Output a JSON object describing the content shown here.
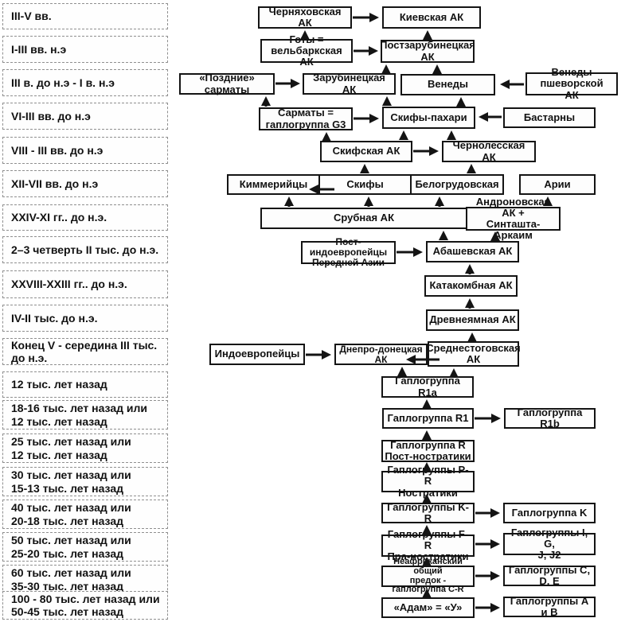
{
  "timeline": {
    "items": [
      {
        "label": "III-V вв."
      },
      {
        "label": "I-III вв. н.э"
      },
      {
        "label": "III в. до н.э - I в. н.э"
      },
      {
        "label": "VI-III вв. до н.э"
      },
      {
        "label": "VIII - III вв. до н.э"
      },
      {
        "label": "XII-VII вв. до н.э"
      },
      {
        "label": "XXIV-XI гг.. до н.э."
      },
      {
        "label": "2–3 четверть II тыс. до н.э."
      },
      {
        "label": "XXVIII-XXIII гг.. до н.э."
      },
      {
        "label": "IV-II тыс. до н.э."
      },
      {
        "label": "Конец V - середина III тыс. до н.э."
      },
      {
        "label": "12 тыс. лет назад"
      },
      {
        "label": "18-16 тыс. лет назад или\n12 тыс. лет назад"
      },
      {
        "label": "25 тыс. лет назад или\n12 тыс. лет назад"
      },
      {
        "label": "30 тыс. лет назад или\n15-13 тыс. лет назад"
      },
      {
        "label": "40 тыс. лет назад или\n20-18 тыс. лет назад"
      },
      {
        "label": "50 тыс. лет назад или\n25-20 тыс. лет назад"
      },
      {
        "label": "60 тыс. лет назад или\n35-30 тыс. лет назад"
      },
      {
        "label": "100 - 80 тыс. лет назад или\n50-45 тыс. лет назад"
      }
    ]
  },
  "diagram": {
    "nodes": {
      "chernyakhovskaya": {
        "label": "Черняховская АК"
      },
      "kievskaya": {
        "label": "Киевская АК"
      },
      "goty": {
        "label": "Готы = вельбаркская\nАК"
      },
      "postzarubineckaya": {
        "label": "Постзарубинецкая\nАК"
      },
      "pozdnie_sarmaty": {
        "label": "«Поздние» сарматы"
      },
      "zarubineckaya": {
        "label": "Зарубинецкая АК"
      },
      "venedy": {
        "label": "Венеды"
      },
      "venedy_pshevorskoy": {
        "label": "Венеды пшеворской\nАК"
      },
      "sarmaty_g3": {
        "label": "Сарматы =\nгаплогруппа G3"
      },
      "skify_pakhari": {
        "label": "Скифы-пахари"
      },
      "bastarny": {
        "label": "Бастарны"
      },
      "skifskaya": {
        "label": "Скифская АК"
      },
      "chernolesskaya": {
        "label": "Чернолесская АК"
      },
      "kimmeriycy": {
        "label": "Киммерийцы"
      },
      "skify": {
        "label": "Скифы"
      },
      "belogrudovskaya": {
        "label": "Белогрудовская"
      },
      "arii": {
        "label": "Арии"
      },
      "srubnaya": {
        "label": "Срубная АК"
      },
      "andronovskaya": {
        "label": "Андроновская АК +\nСинташта-Аркаим"
      },
      "post_indoevropeycy": {
        "label": "Пост-индоевропейцы\nПередней Азии"
      },
      "abashevskaya": {
        "label": "Абашевская АК"
      },
      "katakombnaya": {
        "label": "Катакомбная АК"
      },
      "drevneyamnaya": {
        "label": "Древнеямная АК"
      },
      "indoevropeycy": {
        "label": "Индоевропейцы"
      },
      "dnepro_doneckaya": {
        "label": "Днепро-донецкая АК"
      },
      "srednestogovskaya": {
        "label": "Среднестоговская\nАК"
      },
      "r1a": {
        "label": "Гаплогруппа R1a"
      },
      "r1": {
        "label": "Гаплогруппа R1"
      },
      "r1b": {
        "label": "Гаплогруппа R1b"
      },
      "r_postnostratiki": {
        "label": "Гаплогруппа R\nПост-ностратики"
      },
      "pr_nostratiki": {
        "label": "Гаплогруппы P-R\nНостратики"
      },
      "kr": {
        "label": "Гаплогруппы K-R"
      },
      "k": {
        "label": "Гаплогруппа K"
      },
      "fr_pranostratiki": {
        "label": "Гаплогруппы F-R\nПра-ностратики"
      },
      "igj": {
        "label": "Гаплогруппы I, G,\nJ, J2"
      },
      "neafrikanskiy": {
        "label": "Неафриканский общий\nпредок - гаплогруппа C-R"
      },
      "cde": {
        "label": "Гаплогруппы C, D, E"
      },
      "adam": {
        "label": "«Адам» = «У»"
      },
      "ab": {
        "label": "Гаплогруппы A и B"
      }
    }
  },
  "colors": {
    "box_border": "#141414",
    "timeline_border": "#8f8f8f",
    "arrow": "#141414",
    "text": "#111111",
    "background": "#ffffff"
  }
}
